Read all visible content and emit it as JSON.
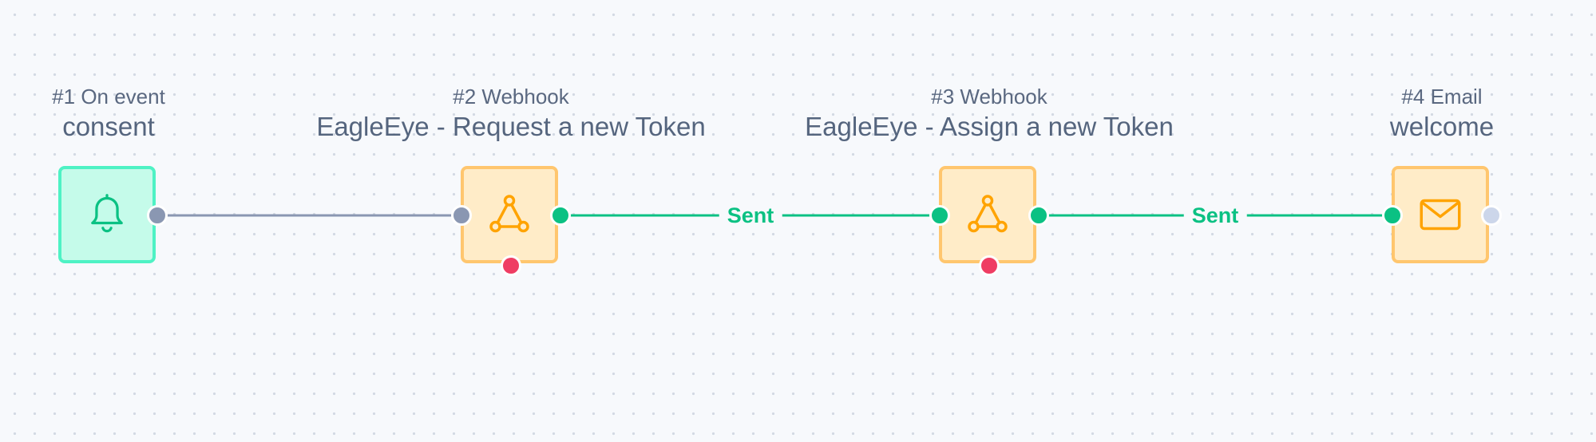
{
  "nodes": [
    {
      "step": "#1 On event",
      "name": "consent",
      "kind": "trigger",
      "icon": "bell-icon"
    },
    {
      "step": "#2 Webhook",
      "name": "EagleEye - Request a new Token",
      "kind": "action",
      "icon": "webhook-icon"
    },
    {
      "step": "#3 Webhook",
      "name": "EagleEye - Assign a new Token",
      "kind": "action",
      "icon": "webhook-icon"
    },
    {
      "step": "#4 Email",
      "name": "welcome",
      "kind": "action",
      "icon": "envelope-icon"
    }
  ],
  "edges": [
    {
      "from": 1,
      "to": 2,
      "label": ""
    },
    {
      "from": 2,
      "to": 3,
      "label": "Sent"
    },
    {
      "from": 3,
      "to": 4,
      "label": "Sent"
    }
  ],
  "colors": {
    "canvas_bg": "#f7f9fc",
    "trigger_fill": "#c5fbea",
    "trigger_border": "#4ef2c4",
    "action_fill": "#ffecc8",
    "action_border": "#ffc66e",
    "edge_default": "#8a97b2",
    "edge_sent": "#0bc183",
    "error_port": "#ef3d63",
    "icon_trigger": "#0bc183",
    "icon_action": "#ffa300"
  }
}
